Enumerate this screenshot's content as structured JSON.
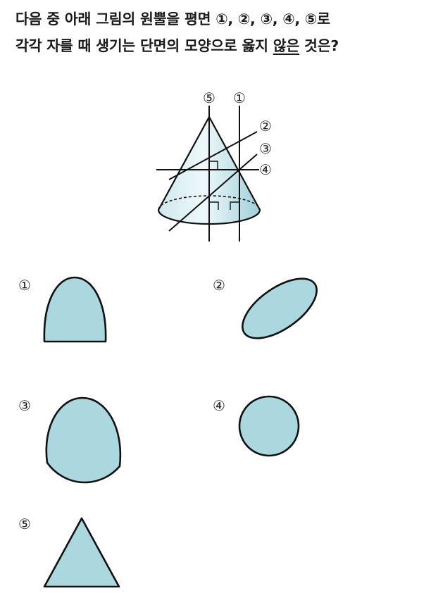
{
  "question": {
    "line1": "다음 중 아래 그림의 원뿔을 평면 ①, ②, ③, ④, ⑤로",
    "line2_part1": "각각 자를 때 생기는 단면의 모양으로 옳지 ",
    "line2_underlined": "않은",
    "line2_part2": " 것은?"
  },
  "cone_labels": {
    "plane5": "⑤",
    "plane1": "①",
    "plane2": "②",
    "plane3": "③",
    "plane4": "④"
  },
  "options": [
    {
      "number": "①",
      "shape": "parabolic-arch"
    },
    {
      "number": "②",
      "shape": "tilted-ellipse"
    },
    {
      "number": "③",
      "shape": "egg-shape"
    },
    {
      "number": "④",
      "shape": "circle"
    },
    {
      "number": "⑤",
      "shape": "triangle"
    }
  ],
  "colors": {
    "fill": "#abd7df",
    "stroke": "#111111",
    "cone_light": "#e4f3f6",
    "cone_dark": "#9fd0d9"
  }
}
